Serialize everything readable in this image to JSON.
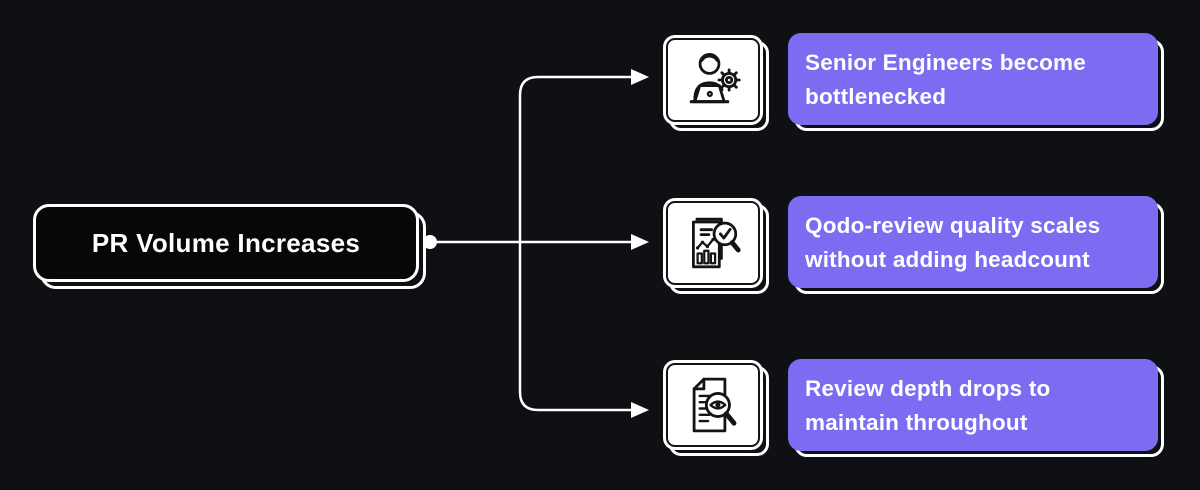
{
  "colors": {
    "background": "#0f1013",
    "node_black": "#070708",
    "accent_purple": "#7b6cf2",
    "outline_white": "#ffffff",
    "icon_stroke": "#141414"
  },
  "root_node": {
    "label": "PR Volume Increases"
  },
  "branches": [
    {
      "icon": "engineer-with-gear-icon",
      "label": "Senior Engineers become bottlenecked",
      "lines": [
        "Senior Engineers become",
        "bottlenecked"
      ]
    },
    {
      "icon": "analytics-report-magnifier-check-icon",
      "label": "Qodo-review quality scales without adding headcount",
      "lines": [
        "Qodo-review quality scales",
        "without adding headcount"
      ]
    },
    {
      "icon": "document-eye-magnifier-icon",
      "label": "Review depth drops to maintain throughout",
      "lines": [
        "Review depth drops to",
        "maintain throughout"
      ]
    }
  ]
}
